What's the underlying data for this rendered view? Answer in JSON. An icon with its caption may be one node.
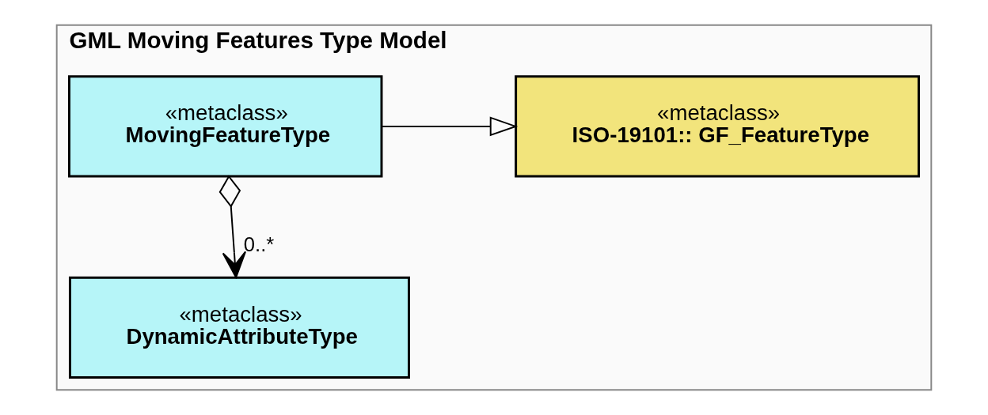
{
  "diagram": {
    "nodes": [
      {
        "text": [
          "GML Moving Features Type Model"
        ]
      },
      {
        "text": [
          "«metaclass»",
          "ISO-19101:: GF_FeatureType"
        ],
        "in": 0
      },
      {
        "text": [
          "«metaclass»",
          "MovingFeatureType"
        ],
        "in": 0
      },
      {
        "text": [
          "«metaclass»",
          "DynamicAttributeType"
        ],
        "in": 0
      }
    ],
    "edges": [
      {
        "from": 2,
        "to": 1,
        "arrow": "to"
      },
      {
        "from": 2,
        "to": 3,
        "arrow": "to",
        "label": "0..*"
      }
    ]
  }
}
